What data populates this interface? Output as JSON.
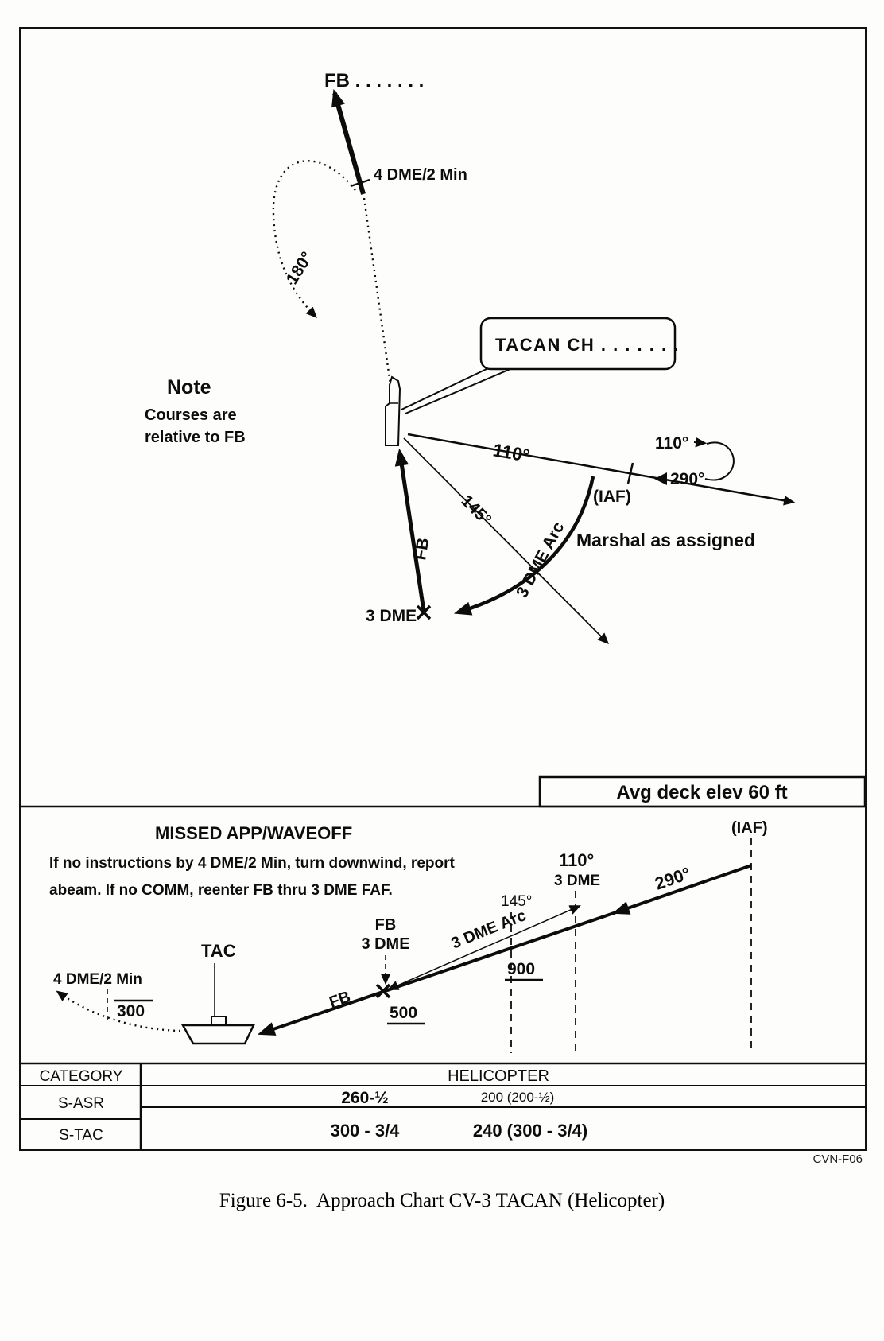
{
  "figure": {
    "caption": "Figure 6-5.  Approach Chart CV-3 TACAN (Helicopter)",
    "plate_code": "CVN-F06"
  },
  "plan_view": {
    "fb_outbound_label": "FB . . . . . . .",
    "four_dme_label": "4 DME/2 Min",
    "turn_180_label": "180°",
    "tacan_box_label": "TACAN CH . . . . . . .",
    "note": {
      "title": "Note",
      "line1": "Courses are",
      "line2": "relative to FB"
    },
    "outbound_110_label": "110°",
    "holding": {
      "inbound_label": "110°",
      "outbound_label": "290°",
      "iaf_label": "(IAF)",
      "marshal_label": "Marshal as assigned"
    },
    "radial_145_label": "145°",
    "arc_label": "3 DME Arc",
    "fb_inbound_label": "FB",
    "three_dme_label": "3 DME",
    "deck_elev_label": "Avg deck elev 60 ft"
  },
  "profile_view": {
    "missed_approach": {
      "title": "MISSED APP/WAVEOFF",
      "line1": "If no instructions by 4 DME/2 Min, turn downwind, report",
      "line2": "abeam. If no COMM, reenter FB thru 3 DME FAF."
    },
    "iaf_label": "(IAF)",
    "course_110_label": "110°",
    "course_110_dme": "3 DME",
    "course_290_label": "290°",
    "radial_145_label": "145°",
    "alt_900": "900",
    "arc_label": "3 DME Arc",
    "faf_label_line1": "FB",
    "faf_label_line2": "3 DME",
    "alt_500": "500",
    "fb_final_label": "FB",
    "tacan_label": "TAC",
    "four_dme_label": "4 DME/2 Min",
    "alt_300": "300"
  },
  "minima_table": {
    "category_header": "CATEGORY",
    "type_header": "HELICOPTER",
    "rows": [
      {
        "category": "S-ASR",
        "minima_primary": "260-½",
        "minima_alt": "200 (200-½)"
      },
      {
        "category": "S-TAC",
        "minima_primary": "300 - 3/4",
        "minima_alt": "240 (300 - 3/4)"
      }
    ]
  }
}
